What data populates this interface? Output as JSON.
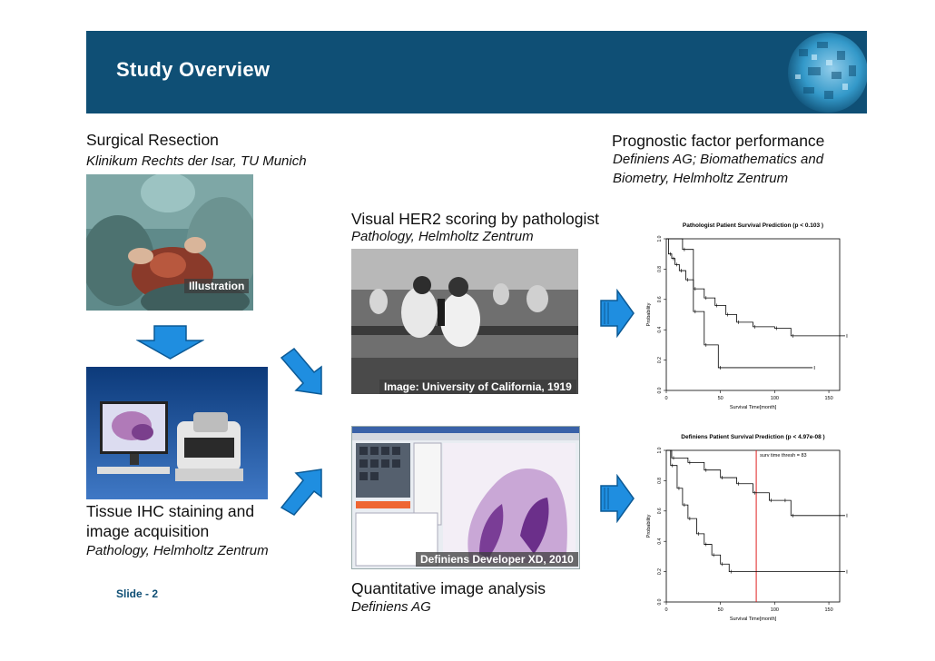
{
  "header": {
    "title": "Study Overview"
  },
  "surgery": {
    "title": "Surgical Resection",
    "subtitle": "Klinikum Rechts der Isar, TU Munich",
    "photo_caption": "Illustration"
  },
  "staining": {
    "title_line1": "Tissue IHC staining and",
    "title_line2": "image acquisition",
    "subtitle": "Pathology, Helmholtz Zentrum"
  },
  "visual_scoring": {
    "title": "Visual HER2 scoring by pathologist",
    "subtitle": "Pathology, Helmholtz Zentrum",
    "photo_caption": "Image: University of California, 1919"
  },
  "quant_analysis": {
    "title": "Quantitative image analysis",
    "subtitle": "Definiens AG",
    "screenshot_caption": "Definiens Developer XD, 2010"
  },
  "prognostic": {
    "title": "Prognostic factor performance",
    "subtitle_line1": "Definiens AG; Biomathematics and",
    "subtitle_line2": "Biometry, Helmholtz Zentrum"
  },
  "footer": {
    "slide": "Slide - 2"
  },
  "colors": {
    "header": "#0f4f75",
    "arrow": "#1f8ee0",
    "cutoff_line": "#e02020"
  },
  "chart_data": [
    {
      "type": "line",
      "title": "Pathologist Patient Survival Prediction (p < 0.103 )",
      "xlabel": "Survival Time[month]",
      "ylabel": "Probability",
      "xlim": [
        0,
        160
      ],
      "ylim": [
        0,
        1
      ],
      "xticks": [
        0,
        50,
        100,
        150
      ],
      "yticks": [
        0.0,
        0.2,
        0.4,
        0.6,
        0.8,
        1.0
      ],
      "series": [
        {
          "values": [
            [
              0,
              1.0
            ],
            [
              2,
              0.9
            ],
            [
              5,
              0.87
            ],
            [
              8,
              0.83
            ],
            [
              12,
              0.79
            ],
            [
              18,
              0.73
            ],
            [
              25,
              0.67
            ],
            [
              35,
              0.61
            ],
            [
              45,
              0.56
            ],
            [
              55,
              0.5
            ],
            [
              65,
              0.45
            ],
            [
              80,
              0.42
            ],
            [
              100,
              0.41
            ],
            [
              115,
              0.36
            ],
            [
              165,
              0.36
            ]
          ]
        },
        {
          "values": [
            [
              0,
              1.0
            ],
            [
              15,
              0.93
            ],
            [
              25,
              0.52
            ],
            [
              35,
              0.3
            ],
            [
              48,
              0.15
            ],
            [
              135,
              0.15
            ]
          ]
        }
      ]
    },
    {
      "type": "line",
      "title": "Definiens Patient Survival Prediction (p < 4.97e-08 )",
      "xlabel": "Survival Time[month]",
      "ylabel": "Probability",
      "xlim": [
        0,
        160
      ],
      "ylim": [
        0,
        1
      ],
      "xticks": [
        0,
        50,
        100,
        150
      ],
      "yticks": [
        0.0,
        0.2,
        0.4,
        0.6,
        0.8,
        1.0
      ],
      "cutoff_label": "surv time thresh = 83",
      "cutoff_x": 83,
      "series": [
        {
          "values": [
            [
              0,
              1.0
            ],
            [
              5,
              0.95
            ],
            [
              20,
              0.92
            ],
            [
              35,
              0.87
            ],
            [
              50,
              0.82
            ],
            [
              65,
              0.78
            ],
            [
              80,
              0.72
            ],
            [
              95,
              0.67
            ],
            [
              108,
              0.67
            ],
            [
              115,
              0.57
            ],
            [
              165,
              0.57
            ]
          ]
        },
        {
          "values": [
            [
              0,
              1.0
            ],
            [
              4,
              0.9
            ],
            [
              10,
              0.75
            ],
            [
              15,
              0.64
            ],
            [
              20,
              0.55
            ],
            [
              28,
              0.45
            ],
            [
              35,
              0.38
            ],
            [
              42,
              0.31
            ],
            [
              50,
              0.25
            ],
            [
              58,
              0.2
            ],
            [
              165,
              0.2
            ]
          ]
        }
      ]
    }
  ]
}
